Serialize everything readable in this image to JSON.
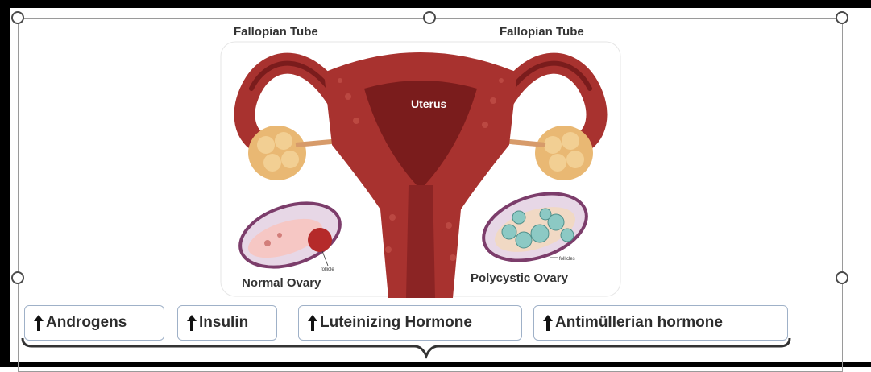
{
  "labels": {
    "fallopian_left": "Fallopian Tube",
    "fallopian_right": "Fallopian Tube",
    "uterus": "Uterus",
    "normal_ovary": "Normal Ovary",
    "polycystic_ovary": "Polycystic Ovary",
    "follicle": "follicle",
    "follicles": "follicles"
  },
  "tags": [
    {
      "label": "Androgens",
      "icon": "up-arrow-icon"
    },
    {
      "label": "Insulin",
      "icon": "up-arrow-icon"
    },
    {
      "label": "Luteinizing Hormone",
      "icon": "up-arrow-icon"
    },
    {
      "label": "Antimüllerian hormone",
      "icon": "up-arrow-icon"
    }
  ],
  "colors": {
    "uterus": "#a8322f",
    "uterus_dark": "#7a1c1c",
    "ovary": "#e9b873",
    "cyst": "#8cc9c4",
    "ovary_outline": "#7c3d6b",
    "tag_border": "#9fb1c8"
  }
}
